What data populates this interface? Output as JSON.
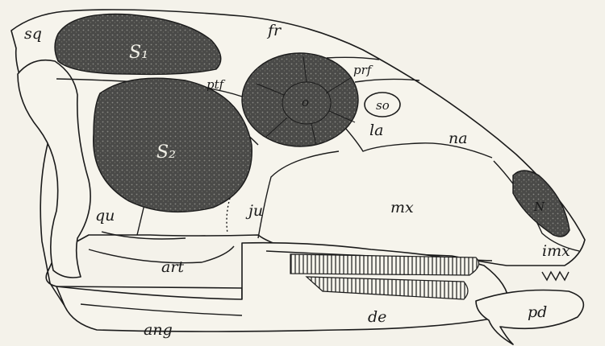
{
  "labels": {
    "sq": "sq",
    "fr": "fr",
    "s1": "S₁",
    "ptf": "ptf",
    "prf": "prf",
    "orbit": "o",
    "so": "so",
    "la": "la",
    "na": "na",
    "s2": "S₂",
    "qu": "qu",
    "ju": "ju",
    "mx": "mx",
    "nares": "N",
    "imx": "imx",
    "art": "art",
    "de": "de",
    "pd": "pd",
    "ang": "ang"
  },
  "colors": {
    "background": "#f4f2ea",
    "bone": "#f6f4ec",
    "fenestra": "#4a4a48",
    "ink": "#1b1b1b"
  }
}
